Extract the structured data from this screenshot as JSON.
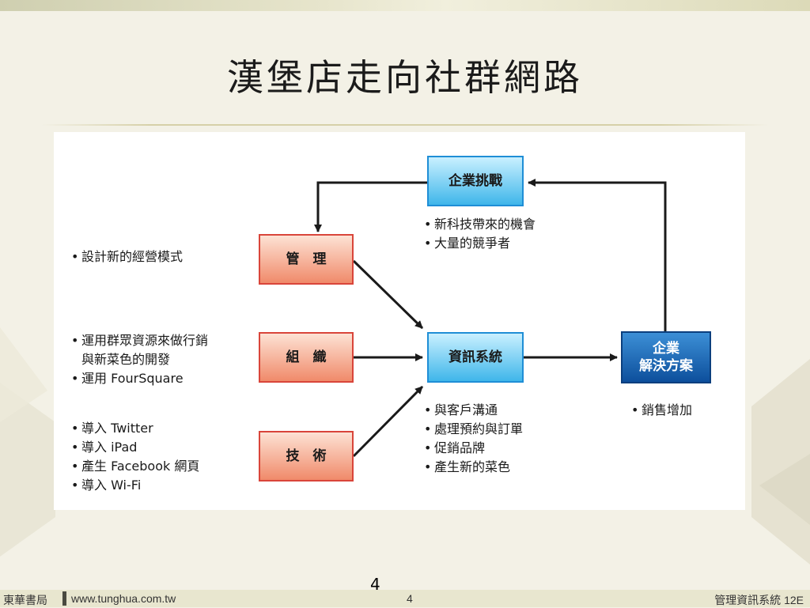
{
  "slide": {
    "title": "漢堡店走向社群網路",
    "number": "4"
  },
  "diagram": {
    "challenge": "企業挑戰",
    "management": "管　理",
    "organization": "組　織",
    "technology": "技　術",
    "info_system": "資訊系統",
    "solution_line1": "企業",
    "solution_line2": "解決方案",
    "challenge_notes": [
      "新科技帶來的機會",
      "大量的競爭者"
    ],
    "management_notes": [
      "設計新的經營模式"
    ],
    "organization_notes": [
      "運用群眾資源來做行銷與新菜色的開發",
      "運用 FourSquare"
    ],
    "organization_note_1_line1": "運用群眾資源來做行銷",
    "organization_note_1_line2": "與新菜色的開發",
    "technology_notes": [
      "導入 Twitter",
      "導入 iPad",
      "產生 Facebook 網頁",
      "導入 Wi-Fi"
    ],
    "info_system_notes": [
      "與客戶溝通",
      "處理預約與訂單",
      "促銷品牌",
      "產生新的菜色"
    ],
    "solution_notes": [
      "銷售增加"
    ]
  },
  "footer": {
    "publisher": "東華書局",
    "url": "www.tunghua.com.tw",
    "page": "4",
    "book": "管理資訊系統 12E"
  },
  "colors": {
    "red_box_border": "#d9453a",
    "cyan_box_border": "#1f8ed6",
    "blue_box_fill": "#0d4f9c",
    "arrow": "#1a1a1a"
  }
}
